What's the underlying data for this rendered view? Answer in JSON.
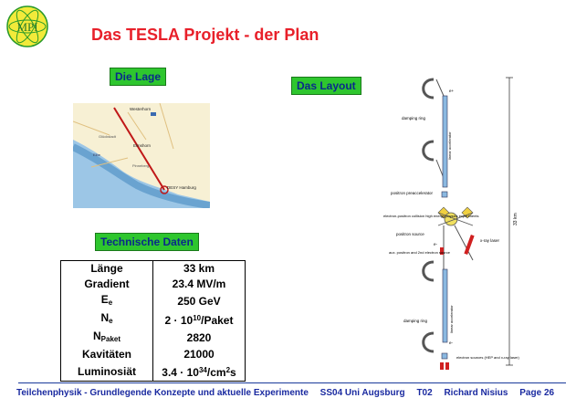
{
  "logo": {
    "text": "MPI"
  },
  "title": "Das TESLA Projekt - der Plan",
  "labels": {
    "lage": "Die Lage",
    "layout": "Das Layout",
    "technische": "Technische Daten"
  },
  "map": {
    "places": [
      "Westerhorn",
      "Elmshorn",
      "DESY Hamburg",
      "Pinneberg",
      "Glückstadt",
      "Elbe"
    ]
  },
  "specs": [
    {
      "name": "Länge",
      "value": "33 km"
    },
    {
      "name": "Gradient",
      "value": "23.4 MV/m"
    },
    {
      "name_main": "E",
      "name_sub": "e",
      "value": "250 GeV"
    },
    {
      "name_main": "N",
      "name_sub": "e",
      "value_pre": "2 · 10",
      "value_sup": "10",
      "value_post": "/Paket"
    },
    {
      "name_main": "N",
      "name_sub": "Paket",
      "value": "2820"
    },
    {
      "name": "Kavitäten",
      "value": "21000"
    },
    {
      "name": "Luminosiät",
      "value_pre": "3.4 · 10",
      "value_sup": "34",
      "value_post": "/cm",
      "value_sup2": "2",
      "value_post2": "s"
    }
  ],
  "diagram": {
    "e_plus_top": "e+",
    "damping_ring_top": "damping ring",
    "linear_accelerator_top": "linear accelerator",
    "positron_preaccelerator": "positron preaccelerator",
    "collision": "electron-positron collision high energy physics experiments",
    "positron_source": "positron source",
    "x_ray_laser": "x-ray laser",
    "aux_source": "aux. positron and 2nd electron source",
    "length": "33 km",
    "damping_ring_bottom": "damping ring",
    "linear_accelerator_bottom": "linear accelerator",
    "e_minus_bottom": "e-",
    "e_minus_mid": "e-",
    "electron_sources": "electron sources (HEP and x-ray laser)"
  },
  "footer": {
    "course": "Teilchenphysik - Grundlegende Konzepte und aktuelle Experimente",
    "semester": "SS04 Uni Augsburg",
    "topic": "T02",
    "author": "Richard Nisius",
    "page": "Page 26"
  },
  "colors": {
    "title": "#e8202a",
    "label_bg": "#2ec62e",
    "label_text": "#0a2a8a",
    "footer": "#1a2aa0"
  }
}
